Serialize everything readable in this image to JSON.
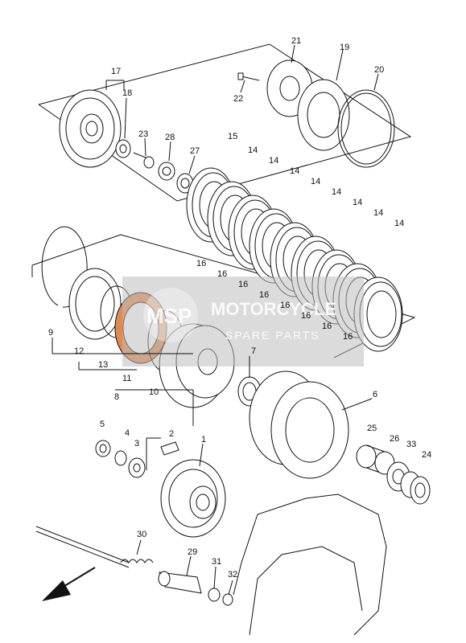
{
  "diagram": {
    "labels": [
      "1",
      "2",
      "3",
      "4",
      "5",
      "6",
      "7",
      "8",
      "9",
      "10",
      "11",
      "12",
      "13",
      "14",
      "15",
      "16",
      "17",
      "18",
      "19",
      "20",
      "21",
      "22",
      "23",
      "24",
      "25",
      "26",
      "27",
      "28",
      "29",
      "30",
      "31",
      "32",
      "33"
    ],
    "plate_14_count": 8,
    "plate_16_count": 8
  },
  "watermark": {
    "logo_text": "MSP",
    "title": "MOTORCYCLE",
    "subtitle": "SPARE PARTS",
    "accent": "#e08030"
  },
  "colors": {
    "line": "#111111",
    "highlight_plate": "#e08a50"
  }
}
